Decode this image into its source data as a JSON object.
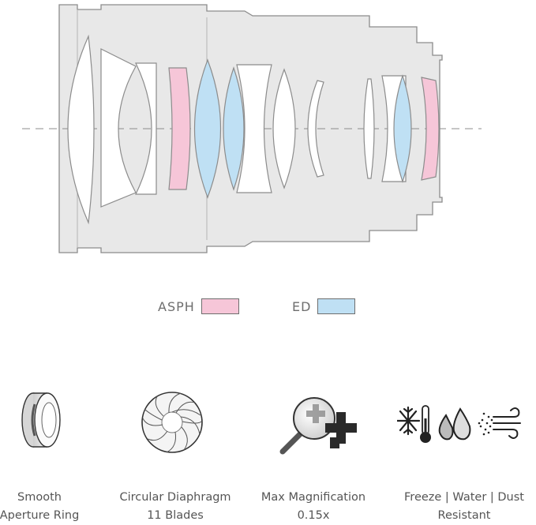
{
  "legend": [
    {
      "label": "ASPH",
      "color": "#f6c6d8"
    },
    {
      "label": "ED",
      "color": "#bfe0f4"
    }
  ],
  "colors": {
    "barrel": "#e8e8e8",
    "outline": "#8c8c8c",
    "element_plain": "#ffffff",
    "element_asph": "#f6c6d8",
    "element_ed": "#bfe0f4"
  },
  "features": [
    {
      "icon": "aperture-ring-icon",
      "line1": "Smooth",
      "line2": "Aperture Ring"
    },
    {
      "icon": "diaphragm-icon",
      "line1": "Circular Diaphragm",
      "line2": "11 Blades"
    },
    {
      "icon": "magnifier-icon",
      "line1": "Max Magnification",
      "line2": "0.15x"
    },
    {
      "icon": "weather-resistance-icon",
      "line1": "Freeze | Water | Dust",
      "line2": "Resistant"
    }
  ]
}
